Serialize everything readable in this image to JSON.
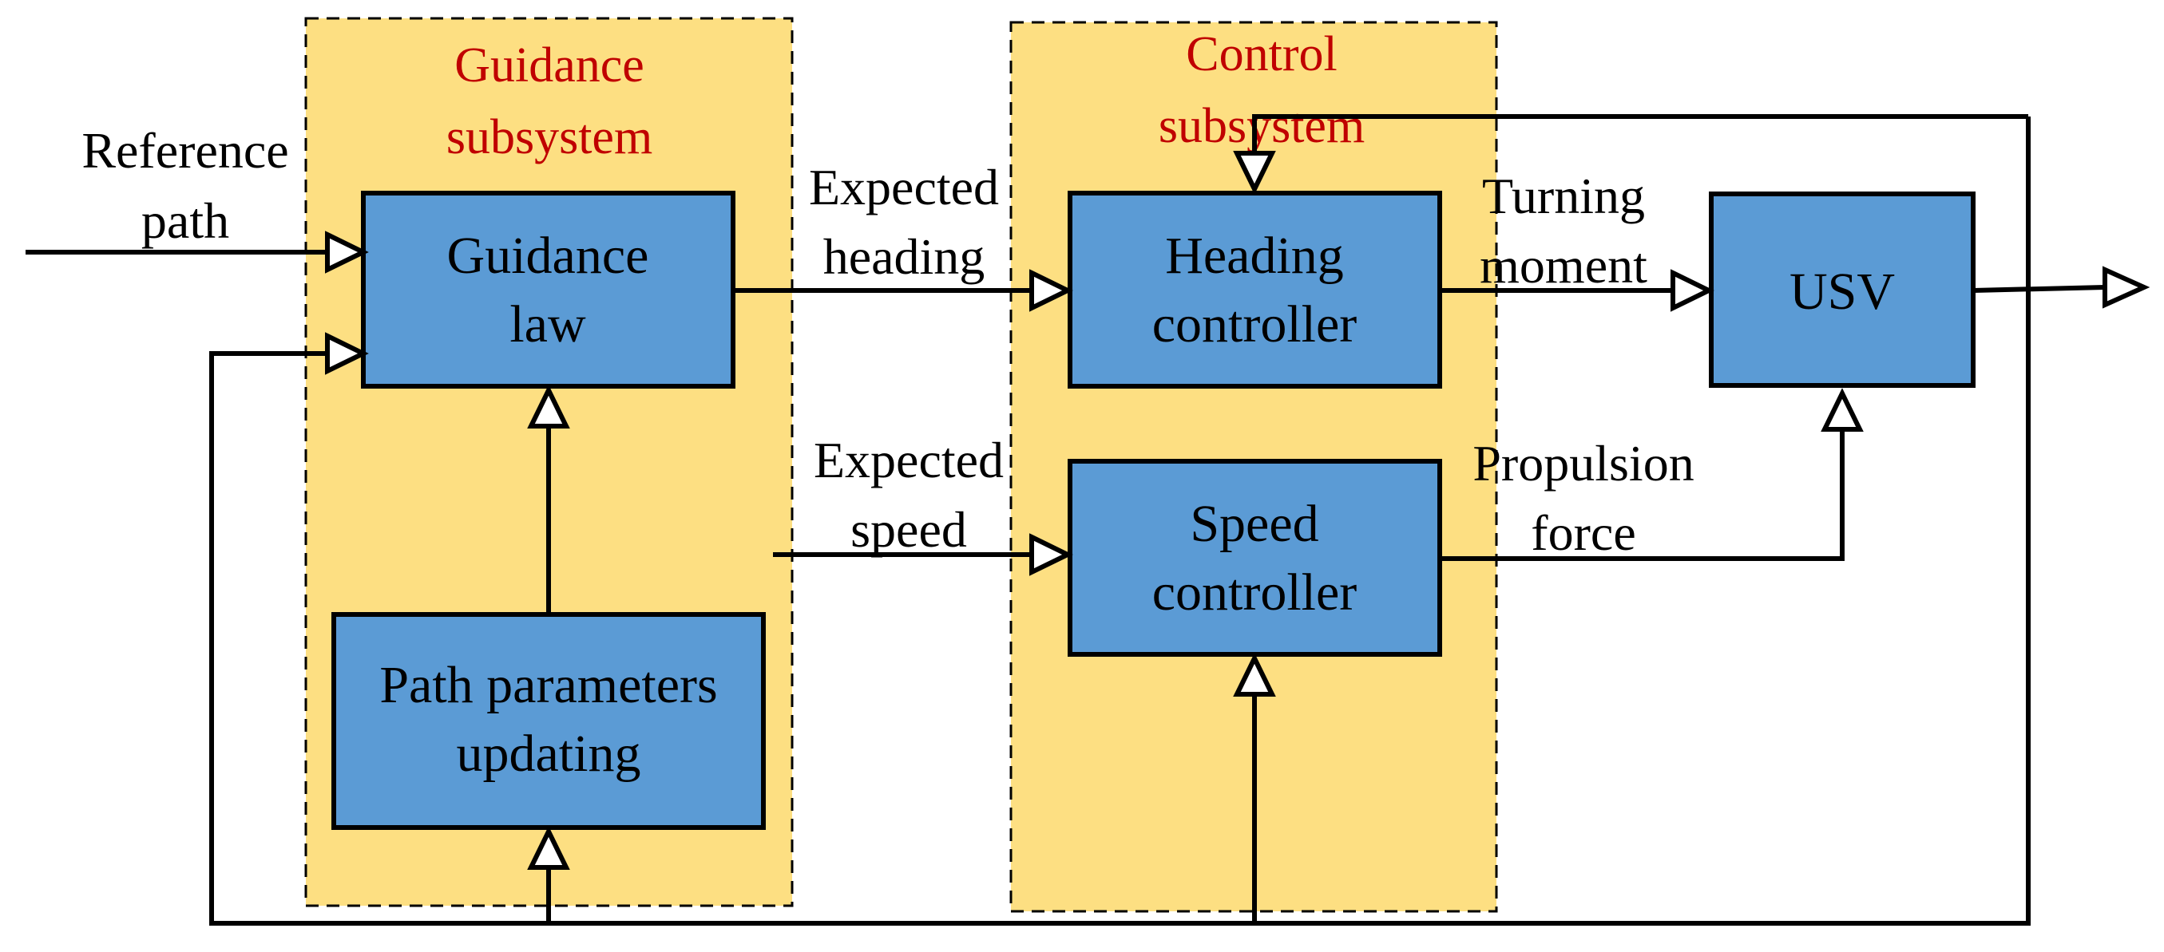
{
  "colors": {
    "subsystem_fill": "#fddf82",
    "block_fill": "#5b9bd5",
    "title_text": "#c00000",
    "stroke": "#000000"
  },
  "subsystems": {
    "guidance": {
      "title_line1": "Guidance",
      "title_line2": "subsystem"
    },
    "control": {
      "title_line1": "Control",
      "title_line2": "subsystem"
    }
  },
  "blocks": {
    "guidance_law": {
      "line1": "Guidance",
      "line2": "law"
    },
    "path_parameters": {
      "line1": "Path parameters",
      "line2": "updating"
    },
    "heading_controller": {
      "line1": "Heading",
      "line2": "controller"
    },
    "speed_controller": {
      "line1": "Speed",
      "line2": "controller"
    },
    "usv": {
      "line1": "USV"
    }
  },
  "signals": {
    "reference_path": {
      "line1": "Reference",
      "line2": "path"
    },
    "expected_heading": {
      "line1": "Expected",
      "line2": "heading"
    },
    "expected_speed": {
      "line1": "Expected",
      "line2": "speed"
    },
    "turning_moment": {
      "line1": "Turning",
      "line2": "moment"
    },
    "propulsion_force": {
      "line1": "Propulsion",
      "line2": "force"
    }
  }
}
